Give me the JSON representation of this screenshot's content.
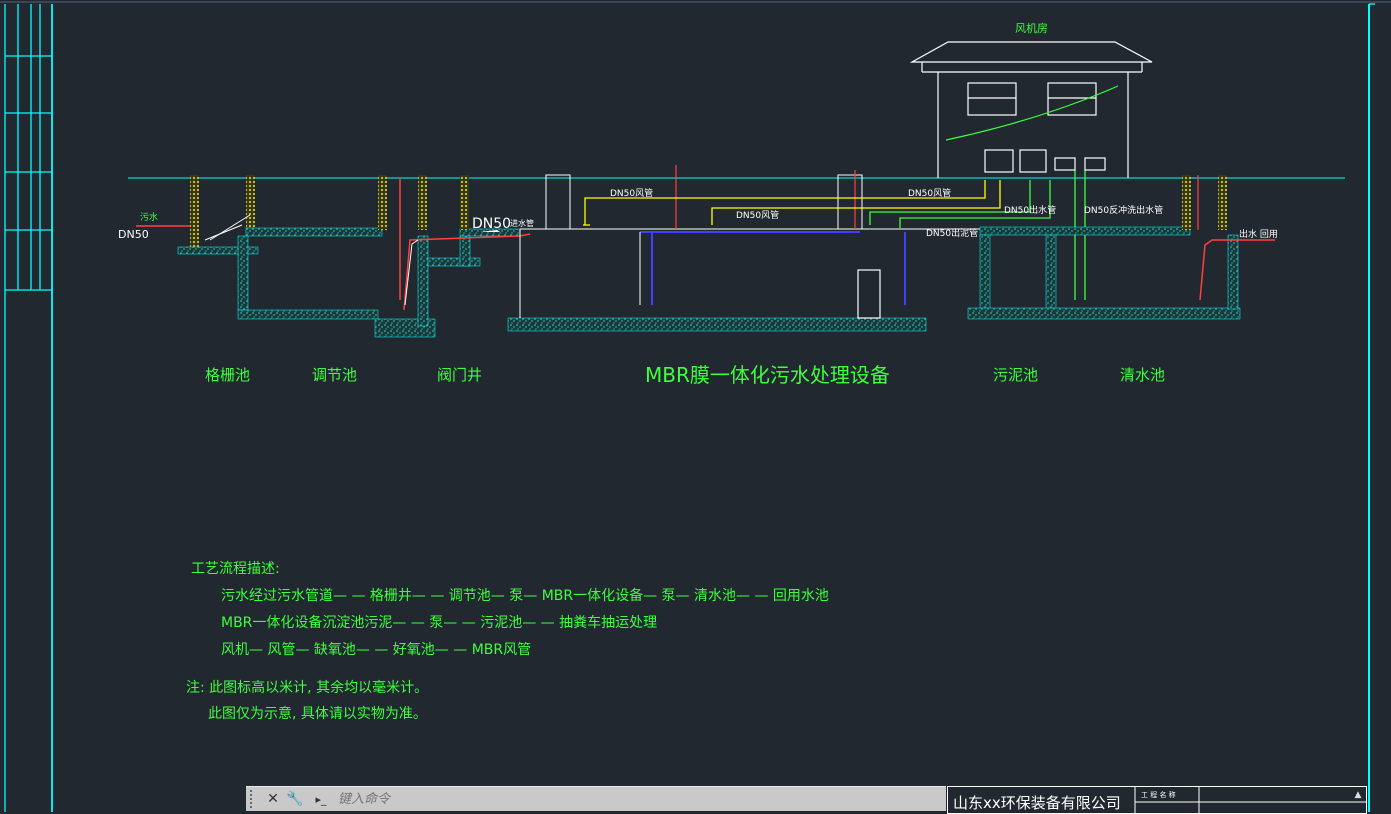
{
  "drawing": {
    "top_labels": {
      "blower_room": "风机房",
      "dn50_inlet": "DN50",
      "sewage_note": "污水",
      "dn50_inflow": "DN50",
      "inflow_pipe": "进水管",
      "dn50_air_left": "DN50风管",
      "dn50_air_mid": "DN50风管",
      "dn50_air_right": "DN50风管",
      "dn50_outlet": "DN50出水管",
      "dn50_backwash": "DN50反冲洗出水管",
      "dn50_sludge": "DN50出泥管",
      "out_water_reuse": "出水 回用"
    },
    "stations": [
      "格栅池",
      "调节池",
      "阀门井",
      "MBR膜一体化污水处理设备",
      "污泥池",
      "清水池"
    ]
  },
  "process_description": {
    "title": "工艺流程描述:",
    "lines": [
      "污水经过污水管道— — 格栅井— — 调节池— 泵— MBR一体化设备— 泵— 清水池— — 回用水池",
      "MBR一体化设备沉淀池污泥— — 泵— — 污泥池— — 抽粪车抽运处理",
      "风机— 风管— 缺氧池— — 好氧池— — MBR风管"
    ]
  },
  "notes": {
    "line1": "注: 此图标高以米计, 其余均以毫米计。",
    "line2": "此图仅为示意, 具体请以实物为准。"
  },
  "command_line": {
    "placeholder": "键入命令",
    "close_glyph": "✕",
    "settings_glyph": "🔧",
    "prompt_glyph": "▸_"
  },
  "title_block": {
    "company": "山东xx环保装备有限公司",
    "small_text": "工 程 名 称"
  },
  "colors": {
    "background": "#212830",
    "frame": "#00ffff",
    "text": "#3dff3d",
    "water_line": "#00ffff",
    "air_pipe": "#ffff00",
    "inflow_pipe": "#ff4040",
    "sludge_pipe": "#3dff3d",
    "mbr_pipe": "#4040ff"
  }
}
